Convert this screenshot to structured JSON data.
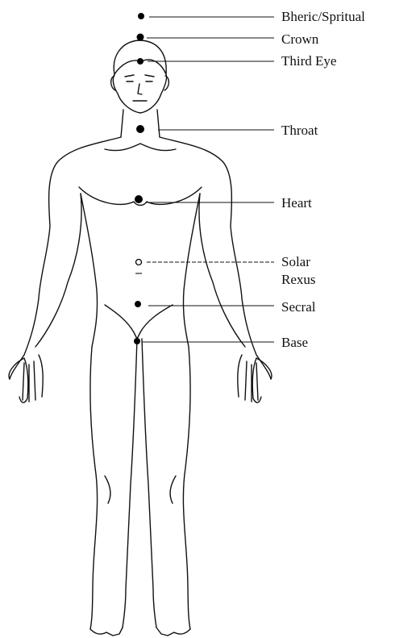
{
  "chakras": [
    {
      "id": "etheric",
      "label": "Bheric/Spritual",
      "marker": "filled"
    },
    {
      "id": "crown",
      "label": "Crown",
      "marker": "filled"
    },
    {
      "id": "third-eye",
      "label": "Third Eye",
      "marker": "filled"
    },
    {
      "id": "throat",
      "label": "Throat",
      "marker": "filled"
    },
    {
      "id": "heart",
      "label": "Heart",
      "marker": "filled"
    },
    {
      "id": "solar",
      "label_line1": "Solar",
      "label_line2": "Rexus",
      "marker": "open"
    },
    {
      "id": "sacral",
      "label": "Secral",
      "marker": "filled"
    },
    {
      "id": "base",
      "label": "Base",
      "marker": "filled"
    }
  ],
  "colors": {
    "line": "#111111",
    "dot": "#000000",
    "background": "#ffffff"
  }
}
